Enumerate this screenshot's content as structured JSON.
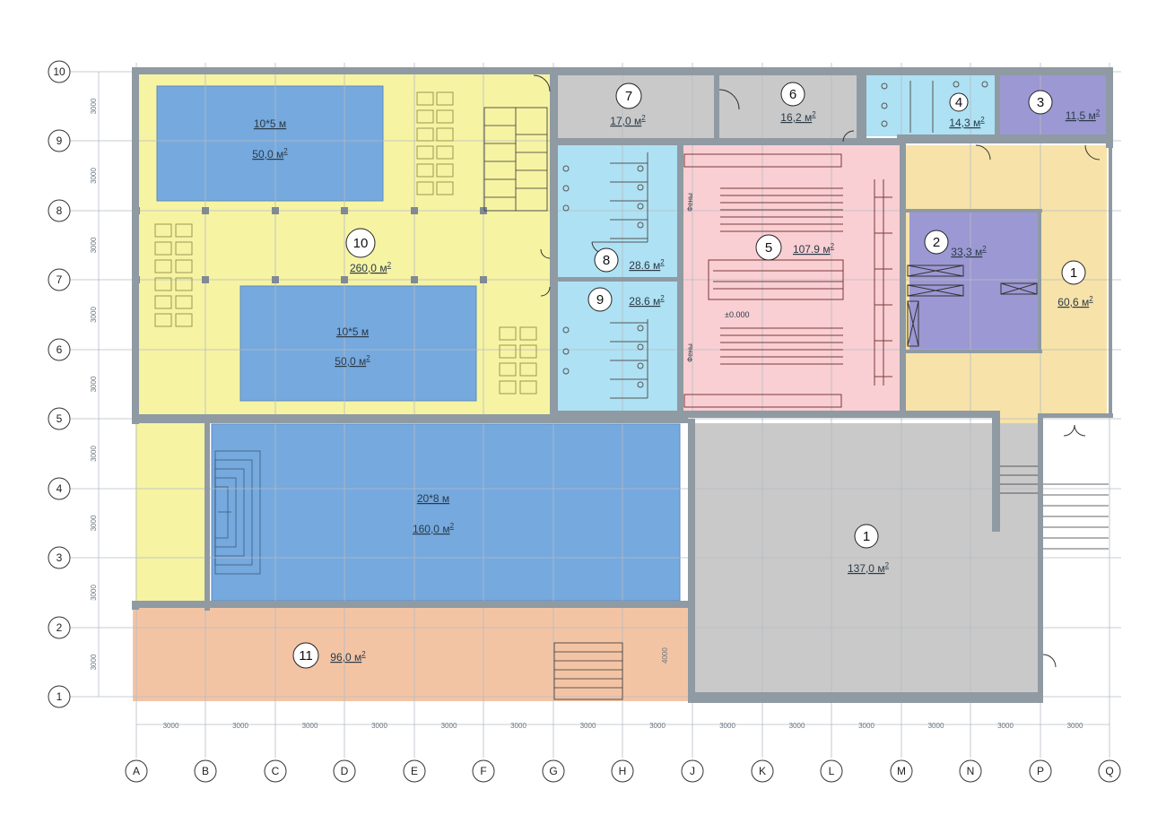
{
  "grid": {
    "columns": [
      "A",
      "B",
      "C",
      "D",
      "E",
      "F",
      "G",
      "H",
      "J",
      "K",
      "L",
      "M",
      "N",
      "P",
      "Q"
    ],
    "rows": [
      "1",
      "2",
      "3",
      "4",
      "5",
      "6",
      "7",
      "8",
      "9",
      "10"
    ],
    "spacing_label": "3000",
    "depth_label": "4000"
  },
  "rooms": [
    {
      "number": "1",
      "area_text": "137,0 м",
      "sup": "2",
      "color": "#c9c9c9"
    },
    {
      "number": "1",
      "area_text": "60,6 м",
      "sup": "2",
      "color": "#f7e3a9"
    },
    {
      "number": "2",
      "area_text": "33,3 м",
      "sup": "2",
      "color": "#9c98d3"
    },
    {
      "number": "3",
      "area_text": "11,5 м",
      "sup": "2",
      "color": "#9c98d3"
    },
    {
      "number": "4",
      "area_text": "14,3 м",
      "sup": "2",
      "color": "#aee1f3"
    },
    {
      "number": "5",
      "area_text": "107.9 м",
      "sup": "2",
      "color": "#f9cfd3"
    },
    {
      "number": "6",
      "area_text": "16,2 м",
      "sup": "2",
      "color": "#c9c9c9"
    },
    {
      "number": "7",
      "area_text": "17,0 м",
      "sup": "2",
      "color": "#c9c9c9"
    },
    {
      "number": "8",
      "area_text": "28.6 м",
      "sup": "2",
      "color": "#aee1f3"
    },
    {
      "number": "9",
      "area_text": "28.6 м",
      "sup": "2",
      "color": "#aee1f3"
    },
    {
      "number": "10",
      "area_text": "260,0 м",
      "sup": "2",
      "color": "#f6f3a3"
    },
    {
      "number": "11",
      "area_text": "96,0 м",
      "sup": "2",
      "color": "#f3c4a4"
    }
  ],
  "pools": [
    {
      "size": "10*5 м",
      "area_text": "50,0 м",
      "sup": "2"
    },
    {
      "size": "10*5 м",
      "area_text": "50,0 м",
      "sup": "2"
    },
    {
      "size": "20*8 м",
      "area_text": "160,0 м",
      "sup": "2"
    }
  ],
  "labels": {
    "level": "±0.000",
    "fen1": "Фены",
    "fen2": "Фены"
  },
  "colors": {
    "pool": "#76a9de",
    "wall": "#8f9aa3",
    "grid": "#b5bcc4"
  }
}
